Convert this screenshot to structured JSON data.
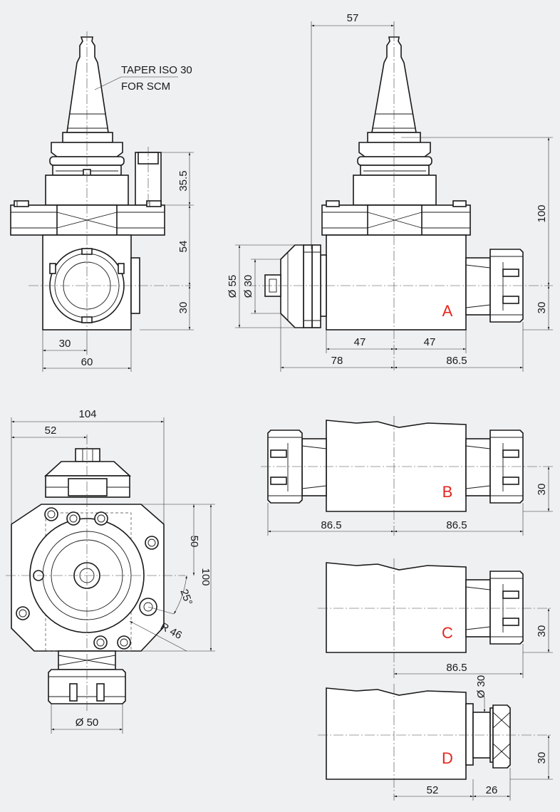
{
  "notes": {
    "taper_line1": "TAPER ISO 30",
    "taper_line2": "FOR SCM"
  },
  "side_view": {
    "d_35_5": "35.5",
    "d_54": "54",
    "d_30_right": "30",
    "d_30_bottom": "30",
    "d_60": "60"
  },
  "view_a": {
    "d_57": "57",
    "d_100": "100",
    "d_dia55": "Ø 55",
    "d_dia30": "Ø 30",
    "d_30": "30",
    "d_47_left": "47",
    "d_47_right": "47",
    "d_78": "78",
    "d_86_5": "86.5",
    "label": "A"
  },
  "top_view": {
    "d_104": "104",
    "d_52": "52",
    "d_50": "50",
    "d_100": "100",
    "d_angle": "25°",
    "d_radius": "R 46",
    "d_dia50": "Ø 50"
  },
  "view_b": {
    "d_86_5_left": "86.5",
    "d_86_5_right": "86.5",
    "d_30": "30",
    "label": "B"
  },
  "view_c": {
    "d_86_5": "86.5",
    "d_30": "30",
    "label": "C"
  },
  "view_d": {
    "d_dia30": "Ø 30",
    "d_52": "52",
    "d_26": "26",
    "d_30": "30",
    "label": "D"
  }
}
